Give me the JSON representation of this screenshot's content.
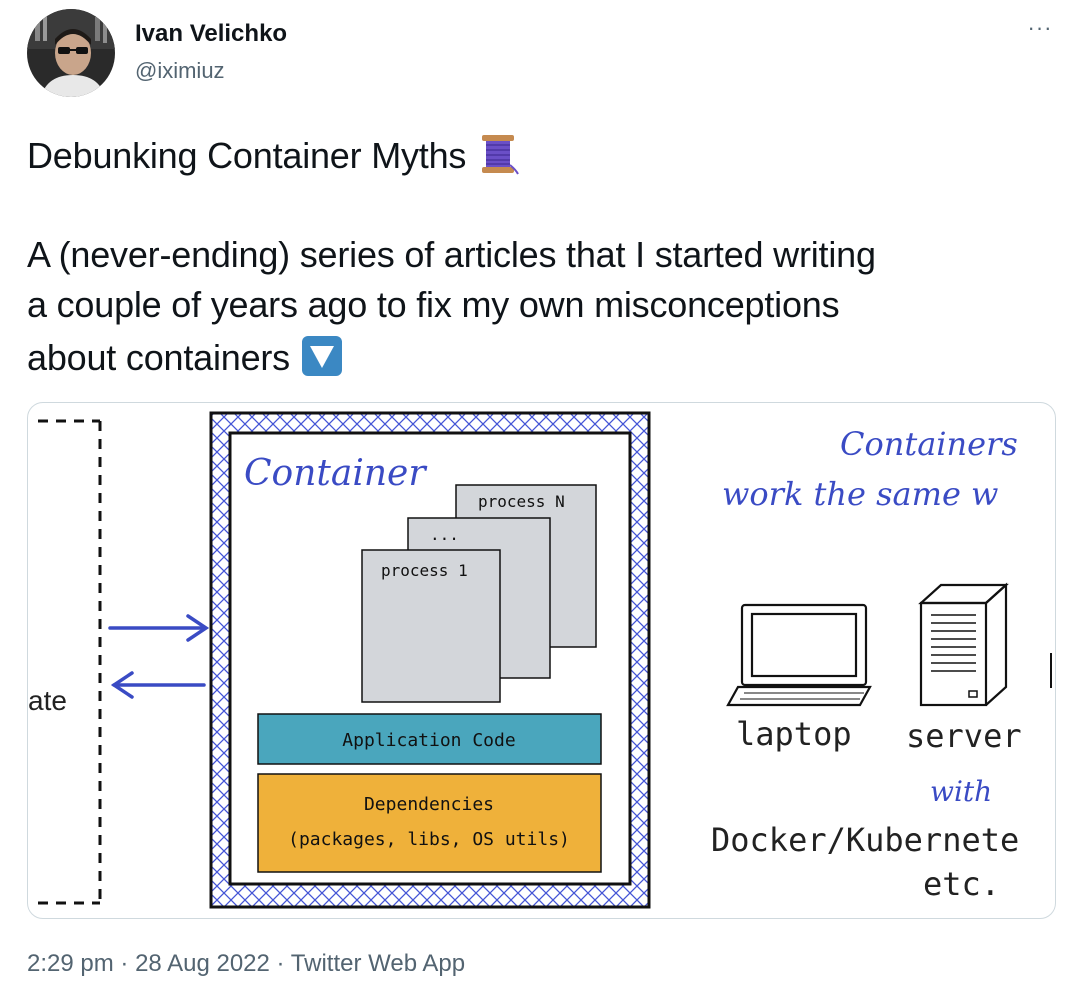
{
  "author": {
    "name": "Ivan Velichko",
    "handle": "@iximiuz"
  },
  "more_label": "···",
  "tweet": {
    "line1": "Debunking Container Myths",
    "line2": "A (never-ending) series of articles that I started writing",
    "line3": "a couple of years ago to fix my own misconceptions",
    "line4": "about containers",
    "thread_emoji": "spool-of-thread-icon",
    "down_emoji": "down-arrow-button-icon"
  },
  "diagram": {
    "left_partial_text": "ate",
    "container_label": "Container",
    "process_n": "process N",
    "process_ellipsis": "...",
    "process_1": "process 1",
    "application_code": "Application Code",
    "dependencies": "Dependencies",
    "dependencies_detail": "(packages, libs, OS utils)",
    "headline_line1": "Containers",
    "headline_line2": "work the same w",
    "laptop_label": "laptop",
    "server_label": "server",
    "with_label": "with",
    "runtime_label": "Docker/Kubernete",
    "etc_label": "etc.",
    "colors": {
      "handwriting_blue": "#3a4bc4",
      "hatch_blue": "#4455d6",
      "process_gray": "#d3d6da",
      "app_code_teal": "#4aa6bd",
      "dependencies_orange": "#efb13a"
    }
  },
  "meta": {
    "time": "2:29 pm",
    "separator": "·",
    "date": "28 Aug 2022",
    "source": "Twitter Web App"
  }
}
